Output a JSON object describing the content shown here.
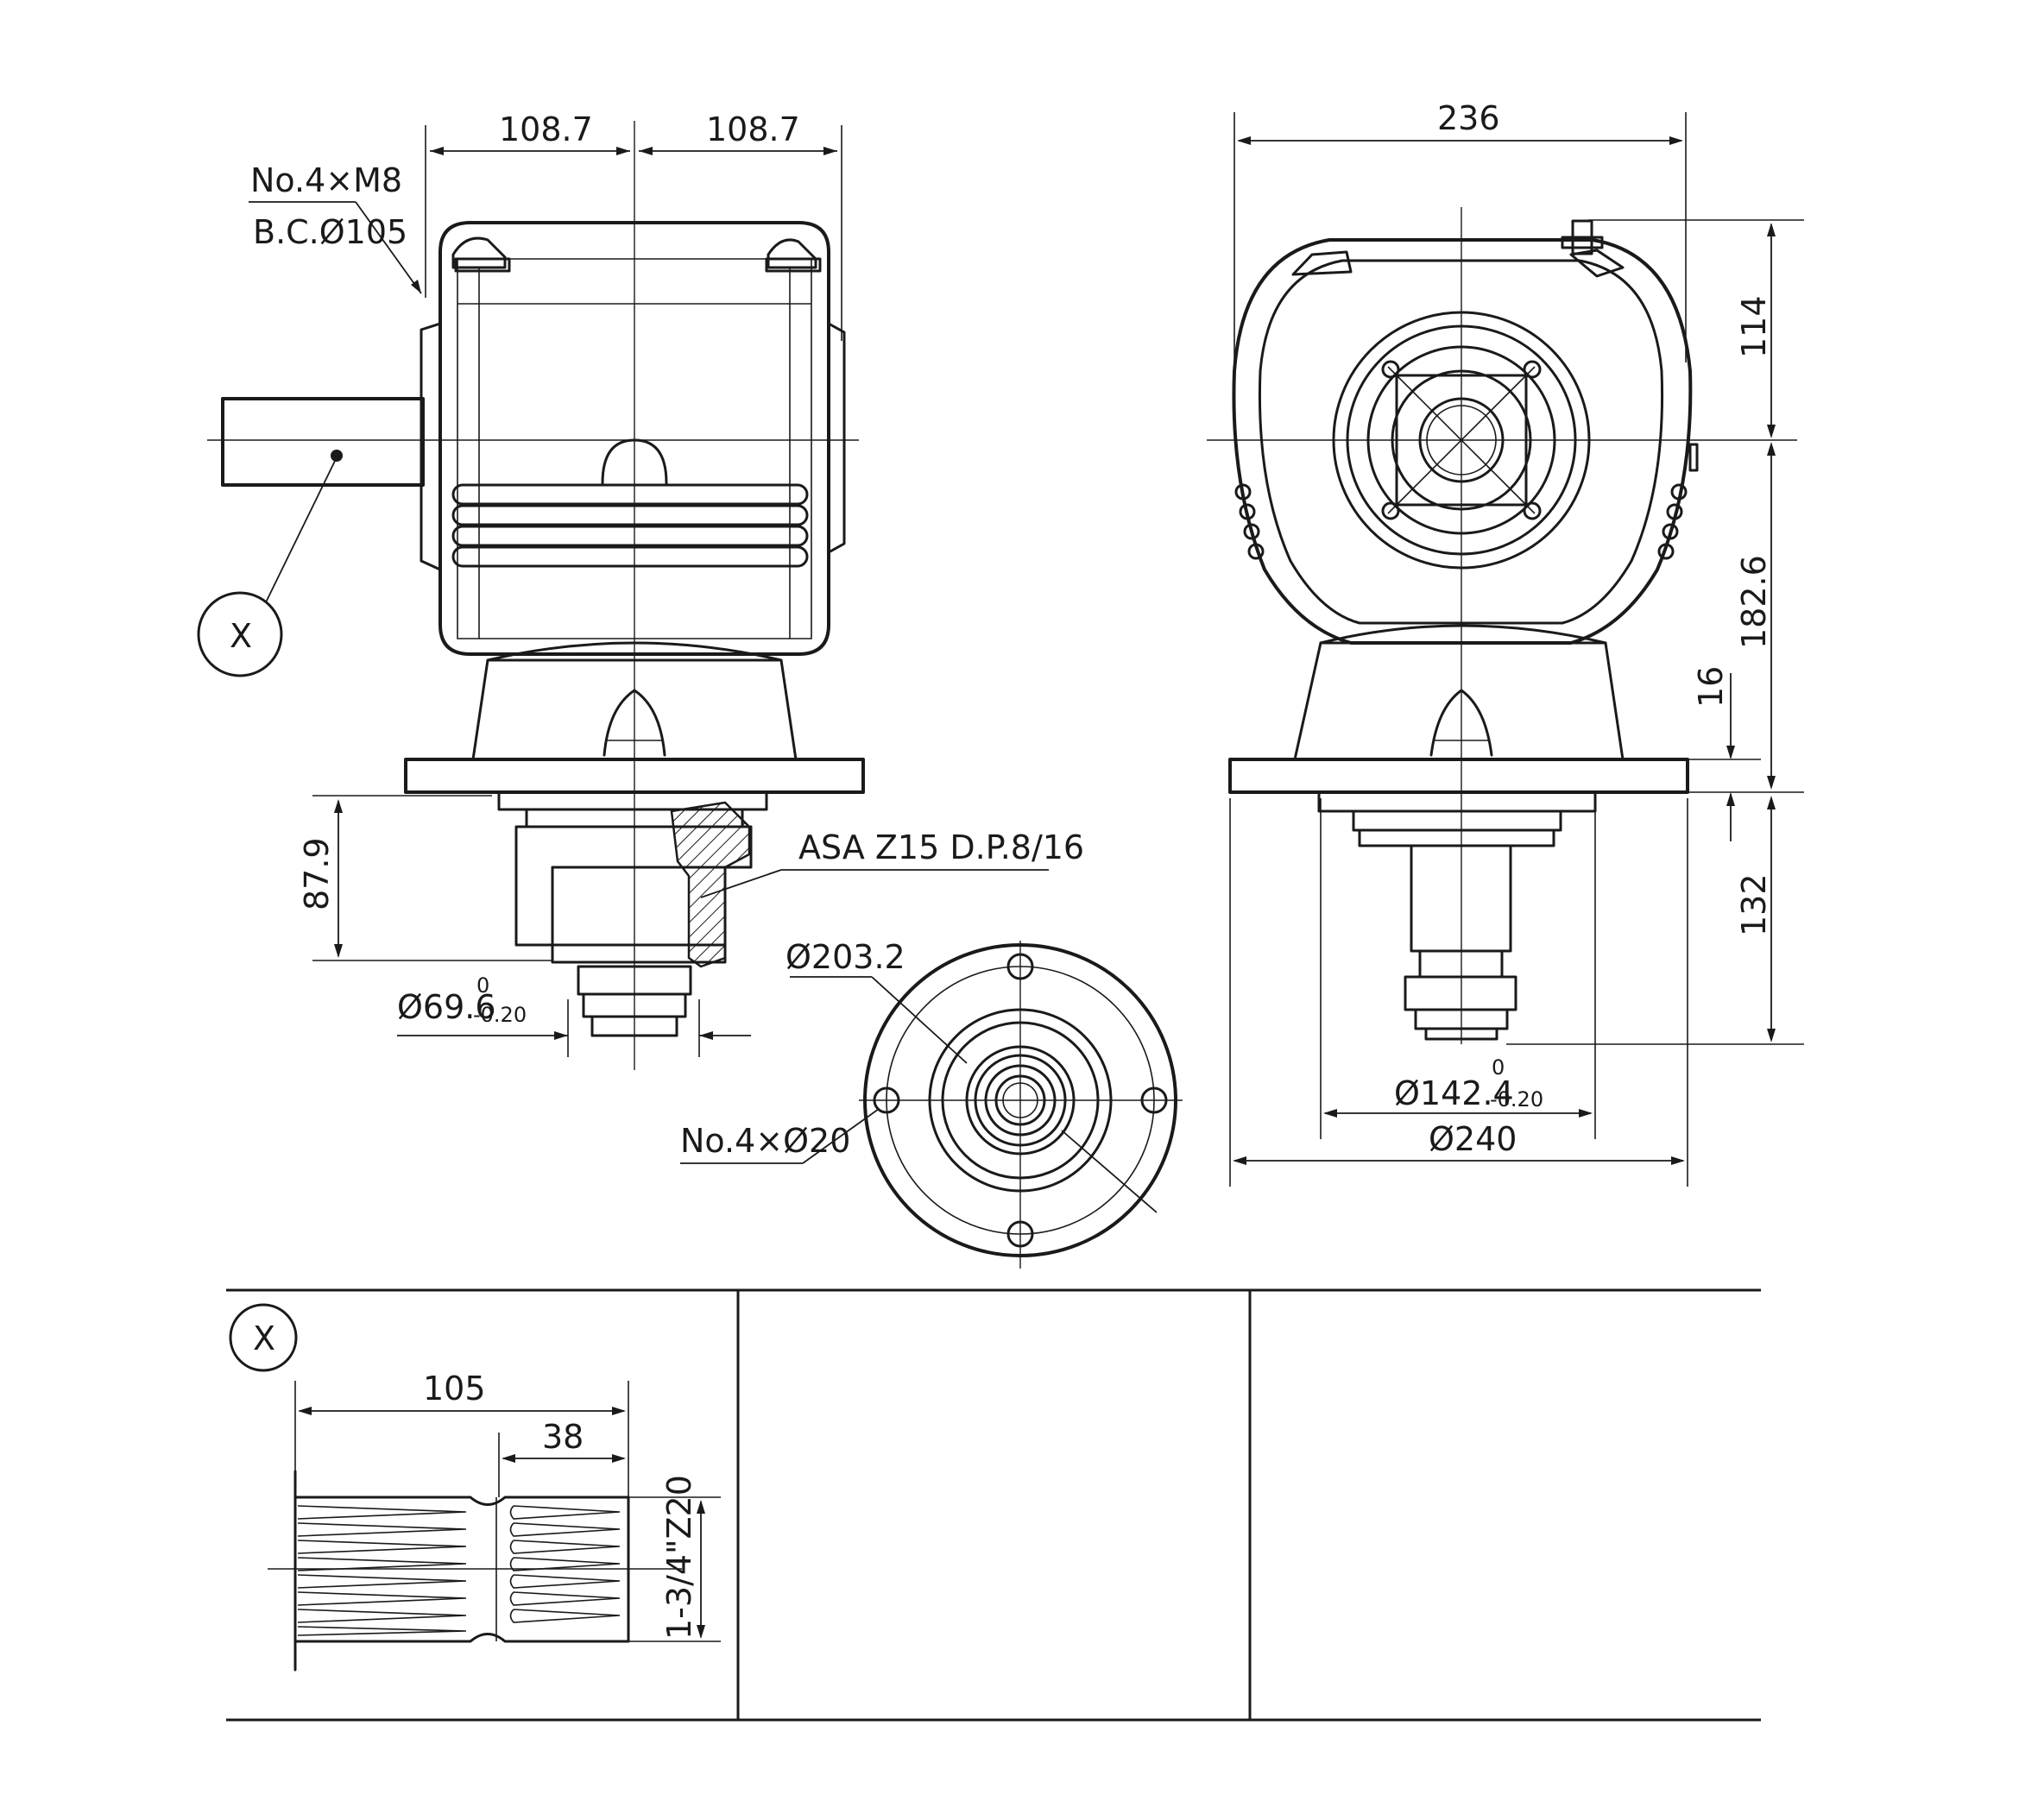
{
  "dimensions": {
    "left_width_a": "108.7",
    "left_width_b": "108.7",
    "bolt_pattern_line1": "No.4×M8",
    "bolt_pattern_line2": "B.C.Ø105",
    "detail_marker": "X",
    "height_87_9": "87.9",
    "shaft_dia": "Ø69.6",
    "shaft_tol_upper": "0",
    "shaft_tol_lower": "-0.20",
    "spline_spec": "ASA Z15 D.P.8/16",
    "right_width": "236",
    "right_h_114": "114",
    "right_h_182_6": "182.6",
    "right_h_16": "16",
    "right_h_132": "132",
    "pilot_dia": "Ø142.4",
    "pilot_tol_upper": "0",
    "pilot_tol_lower": "-0.20",
    "flange_dia": "Ø240",
    "bolt_circle_dia": "Ø203.2",
    "flange_holes": "No.4×Ø20",
    "detail_len_105": "105",
    "detail_len_38": "38",
    "detail_spline": "1-3/4\"Z20"
  }
}
